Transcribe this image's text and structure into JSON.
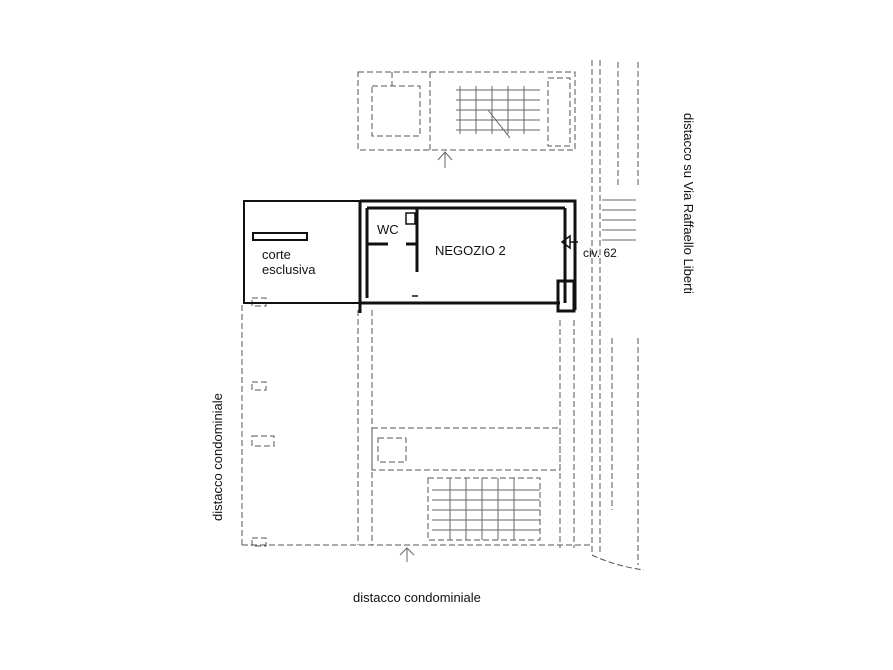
{
  "labels": {
    "wc": "WC",
    "negozio": "NEGOZIO 2",
    "corte_line1": "corte",
    "corte_line2": "esclusiva",
    "civico": "civ. 62",
    "distacco_bottom": "distacco condominiale",
    "distacco_left": "distacco condominiale",
    "distacco_right": "distacco su Via Raffaello Liberti"
  },
  "colors": {
    "wall": "#111111",
    "dashed": "#555555",
    "background": "#ffffff"
  }
}
